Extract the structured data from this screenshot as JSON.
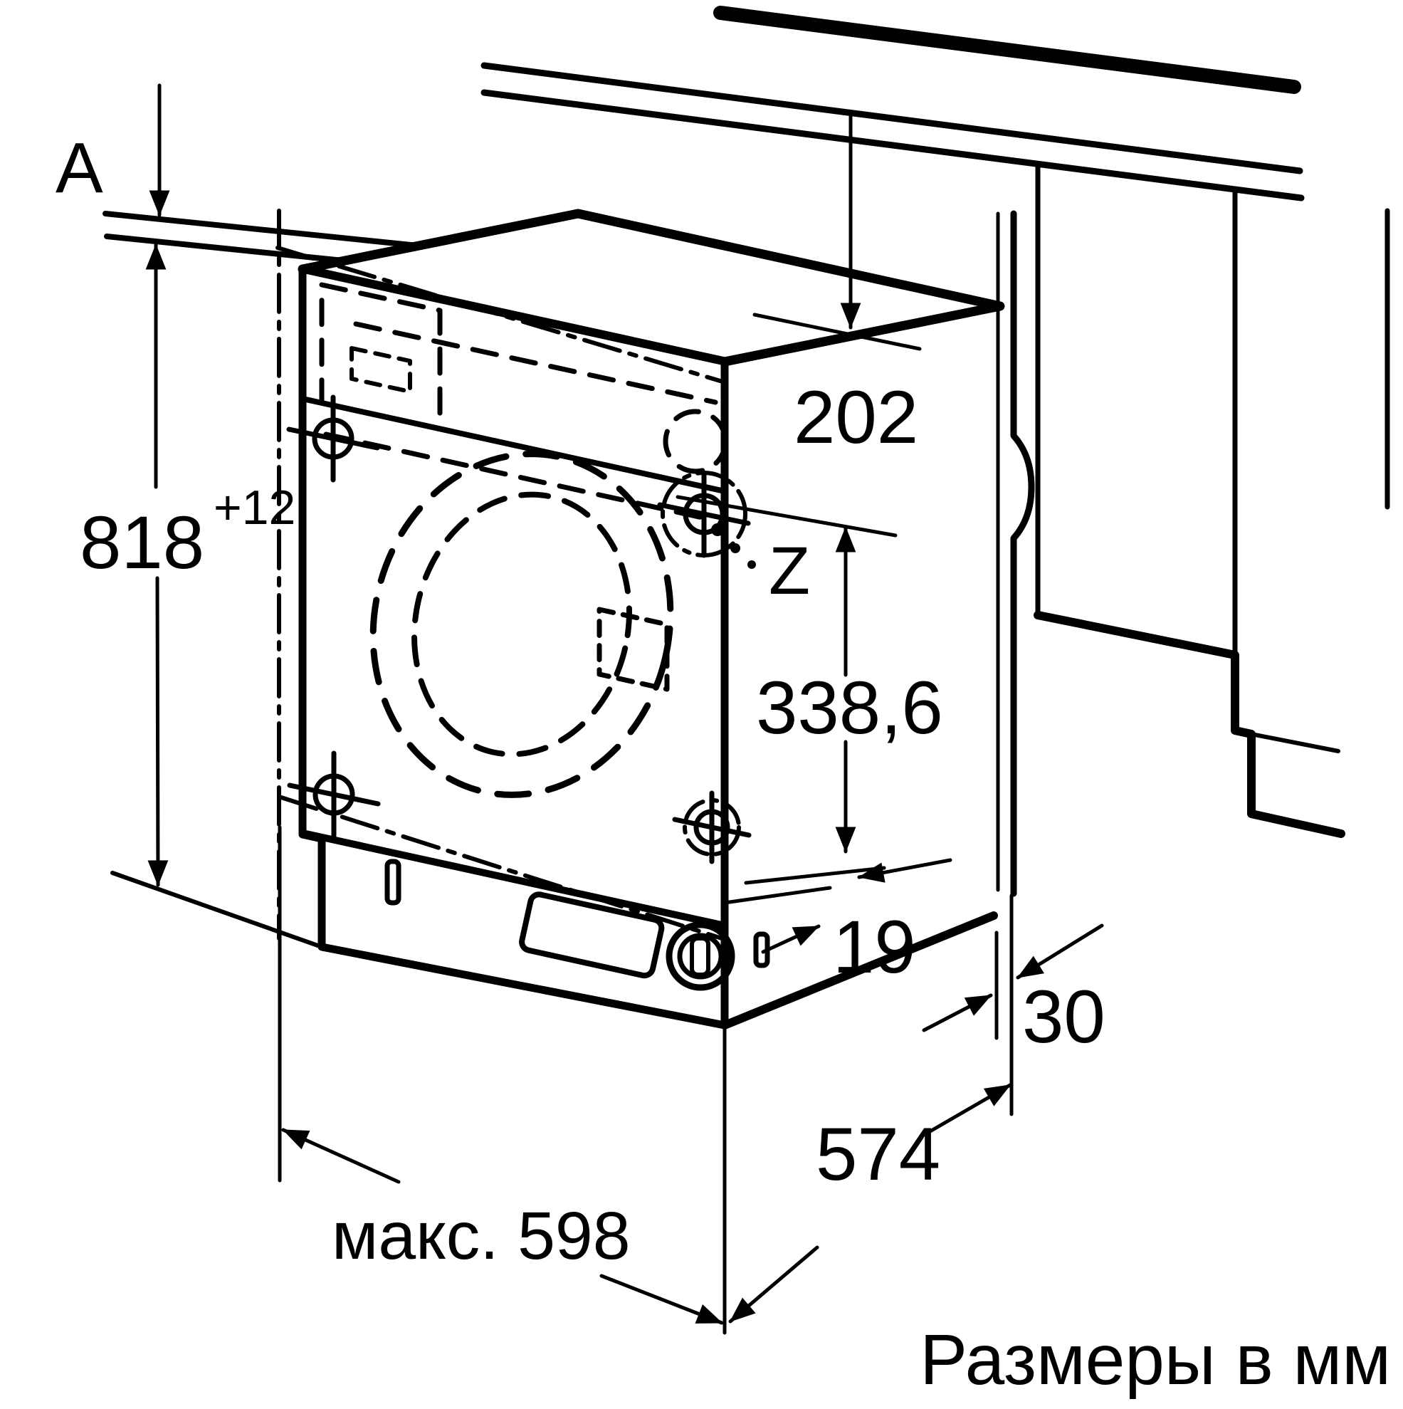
{
  "figure": {
    "type": "installation-dimension-diagram",
    "subject": "built-in washing machine in kitchen niche",
    "caption": "Размеры в мм",
    "units": "mm",
    "colors": {
      "line": "#000000",
      "background": "#ffffff"
    },
    "labels": {
      "gap_top": "A",
      "niche_height": "818",
      "niche_height_tolerance": "+12",
      "top_to_hinge": "202",
      "hinge_point": "Z",
      "hinge_spacing": "338,6",
      "hinge_to_bottom": "19",
      "door_offset": "30",
      "max_width": "макс. 598",
      "depth": "574"
    }
  }
}
